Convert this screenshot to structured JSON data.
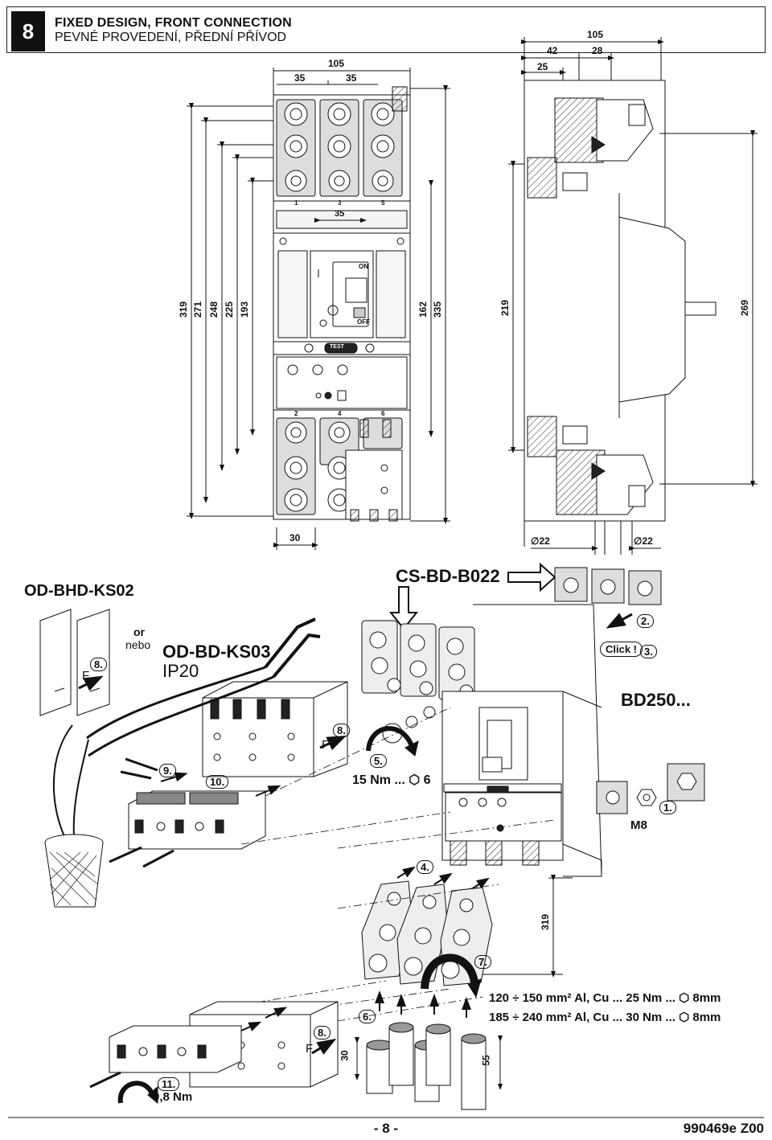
{
  "header": {
    "section_number": "8",
    "title": "FIXED DESIGN, FRONT CONNECTION",
    "subtitle": "PEVNÉ PROVEDENÍ, PŘEDNÍ PŘÍVOD"
  },
  "front_view": {
    "dim_top_total": "105",
    "dim_top_left": "35",
    "dim_top_right": "35",
    "dim_inner": "35",
    "dim_bottom": "30",
    "dims_left": [
      "319",
      "271",
      "248",
      "225",
      "193"
    ],
    "dims_right": [
      "162",
      "335"
    ],
    "terminals_top": [
      "1",
      "3",
      "5"
    ],
    "terminals_bottom": [
      "2",
      "4",
      "6"
    ],
    "switch_on": "ON",
    "switch_off": "OFF",
    "test_button": "TEST"
  },
  "side_view": {
    "dim_total": "105",
    "dim_42": "42",
    "dim_28": "28",
    "dim_25": "25",
    "dim_left": "219",
    "dim_right": "269",
    "dia_left": "∅22",
    "dia_right": "∅22"
  },
  "assembly": {
    "label_bhd": "OD-BHD-KS02",
    "label_or": "or",
    "label_nebo": "nebo",
    "label_bd": "OD-BD-KS03",
    "label_ip": "IP20",
    "label_csbd": "CS-BD-B022",
    "label_bd250": "BD250...",
    "label_click": "Click !",
    "label_m8": "M8",
    "torque_5": "15 Nm ... ⬡ 6",
    "torque_11": "0,8 Nm",
    "dim_319": "319",
    "dim_30": "30",
    "dim_55": "55",
    "force_label": "F",
    "steps": [
      "1.",
      "2.",
      "3.",
      "4.",
      "5.",
      "6.",
      "7.",
      "8.",
      "9.",
      "10.",
      "11."
    ],
    "spec_1": "120 ÷ 150 mm² Al, Cu ... 25 Nm ... ⬡ 8mm",
    "spec_2": "185 ÷ 240 mm² Al, Cu ... 30 Nm ... ⬡ 8mm"
  },
  "footer": {
    "page": "- 8 -",
    "doc_code": "990469e Z00"
  }
}
